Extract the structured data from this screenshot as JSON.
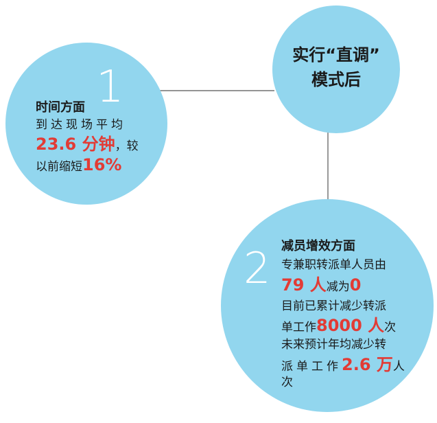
{
  "center": {
    "line1": "实行“直调”",
    "line2": "模式后"
  },
  "item1": {
    "number": "1",
    "title": "时间方面",
    "line1": "到达现场平均",
    "value1": "23.6 分钟",
    "suffix1": "，较",
    "line3_prefix": "以前缩短",
    "value2": "16%"
  },
  "item2": {
    "number": "2",
    "title": "减员增效方面",
    "line1": "专兼职转派单人员由",
    "value1": "79 人",
    "mid1": "减为",
    "value2": "0",
    "line3": "目前已累计减少转派",
    "line4_prefix": "单工作",
    "value3": "8000 人",
    "line4_suffix": "次",
    "line5": "未来预计年均减少转",
    "line6_prefix": "派单工作",
    "value4": "2.6 万",
    "line6_suffix": "人",
    "line7": "次"
  },
  "colors": {
    "circle": "#92d6ee",
    "accent": "#e23b35",
    "line": "#555555"
  }
}
